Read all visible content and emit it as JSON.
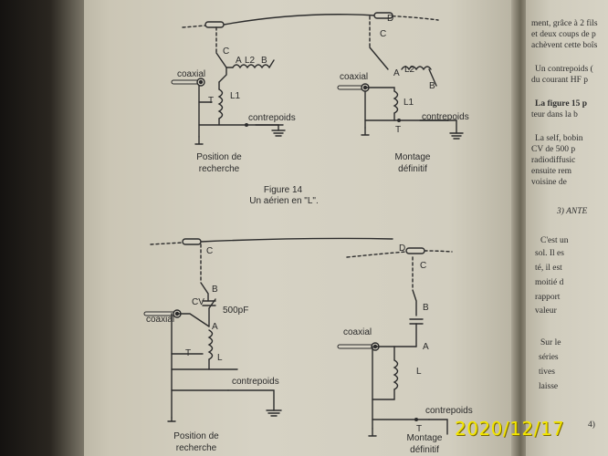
{
  "left_page": {
    "figure14": {
      "search": {
        "C": "C",
        "A": "A",
        "L2": "L2",
        "B": "B",
        "coaxial": "coaxial",
        "T": "T",
        "L1": "L1",
        "contrepoids": "contrepoids",
        "caption": "Position de\nrecherche"
      },
      "final": {
        "D": "D",
        "C": "C",
        "coaxial": "coaxial",
        "A": "A",
        "L2": "L2",
        "B": "B",
        "L1": "L1",
        "T": "T",
        "contrepoids": "contrepoids",
        "caption": "Montage\ndéfinitif"
      },
      "figure_label": "Figure 14",
      "figure_title": "Un aérien en \"L\"."
    },
    "figure15": {
      "search": {
        "C": "C",
        "B": "B",
        "CV": "CV",
        "cap_value": "500pF",
        "coaxial": "coaxial",
        "A": "A",
        "T": "T",
        "L": "L",
        "contrepoids": "contrepoids",
        "caption": "Position de\nrecherche"
      },
      "final": {
        "D": "D",
        "C": "C",
        "B": "B",
        "coaxial": "coaxial",
        "A": "A",
        "L": "L",
        "contrepoids": "contrepoids",
        "T": "T",
        "caption": "Montage\ndéfinitif"
      }
    }
  },
  "right_page": {
    "lines": [
      "ment, grâce à 2 fils",
      "et deux coups de p",
      "achèvent cette boîs",
      "Un contrepoids (",
      "du courant HF p",
      "La figure 15 p",
      "teur dans la b",
      "La self, bobin",
      "CV de 500 p",
      "radiodiffusic",
      "ensuite rem",
      "voisine de",
      "3)   ANTE",
      "C'est un",
      "sol. Il es",
      "té, il est",
      "moitié d",
      "rapport",
      "valeur",
      "Sur le",
      "séries",
      "tives",
      "laisse",
      "4)"
    ]
  },
  "timestamp": "2020/12/17"
}
